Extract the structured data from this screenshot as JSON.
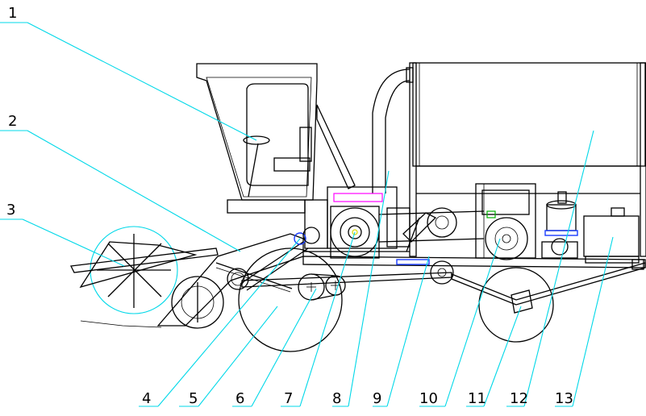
{
  "diagram": {
    "labels": [
      "1",
      "2",
      "3",
      "4",
      "5",
      "6",
      "7",
      "8",
      "9",
      "10",
      "11",
      "12",
      "13"
    ],
    "colors": {
      "outline": "#000000",
      "leader": "#00d8e8",
      "accent_blue": "#1a3cff",
      "accent_magenta": "#ff00ff",
      "accent_yellow": "#d8d800",
      "accent_green": "#00b000"
    }
  }
}
